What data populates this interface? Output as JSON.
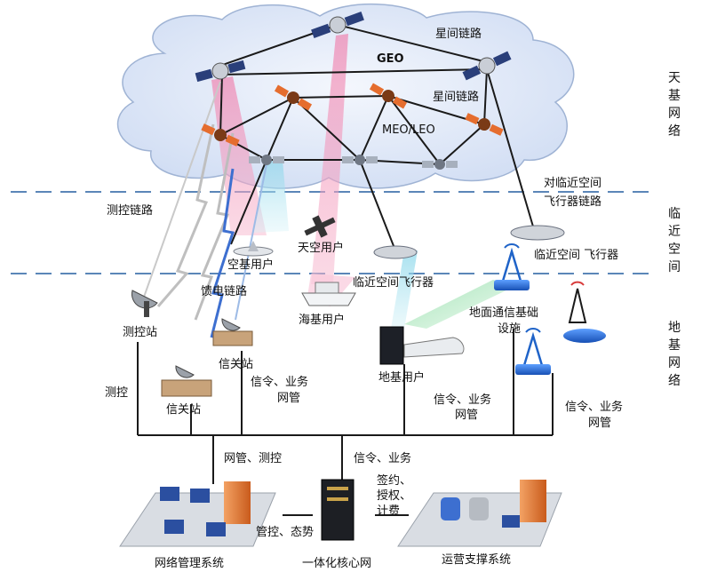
{
  "layers": {
    "space": [
      "天",
      "基",
      "网",
      "络"
    ],
    "near_space": [
      "临",
      "近",
      "空",
      "间"
    ],
    "ground": [
      "地",
      "基",
      "网",
      "络"
    ]
  },
  "cloud_labels": {
    "geo": "GEO",
    "inter_sat_link_top": "星间链路",
    "inter_sat_link_mid": "星间链路",
    "meo_leo": "MEO/LEO"
  },
  "near_space_labels": {
    "link_line1": "对临近空间",
    "link_line2": "飞行器链路",
    "aircraft": "临近空间 飞行器",
    "aircraft2": "临近空间飞行器",
    "air_user": "天空用户",
    "space_user": "空基用户",
    "tt_link": "测控链路",
    "feeder_link": "馈电链路"
  },
  "ground_labels": {
    "tt_station": "测控站",
    "gateway1": "信关站",
    "gateway2": "信关站",
    "sea_user": "海基用户",
    "ground_user": "地基用户",
    "ground_infra_line1": "地面通信基础",
    "ground_infra_line2": "设施"
  },
  "bus_labels": {
    "tt": "测控",
    "signal_service1_l1": "信令、业务",
    "signal_service1_l2": "网管",
    "signal_service2_l1": "信令、业务",
    "signal_service2_l2": "网管",
    "signal_service3_l1": "信令、业务",
    "signal_service3_l2": "网管",
    "nm_tt": "网管、测控",
    "signal_service_bottom": "信令、业务",
    "sign_l1": "签约、",
    "sign_l2": "授权、",
    "sign_l3": "计费",
    "control_posture": "管控、态势"
  },
  "systems": {
    "network_mgmt": "网络管理系统",
    "core_network": "一体化核心网",
    "ops_support": "运营支撑系统"
  },
  "colors": {
    "dashed_divider": "#5b86b8",
    "cloud_fill": "#dfe8f7",
    "link_line": "#1a1a1a",
    "beam_pink": "#e58ab0",
    "beam_green": "#a9e4b9",
    "beam_cyan": "#8fd8e6",
    "tower_blue": "#1f63c8",
    "feeder_blue": "#3d6fd0",
    "orange_sat": "#e56d2e",
    "platform": "#d9dde3"
  }
}
